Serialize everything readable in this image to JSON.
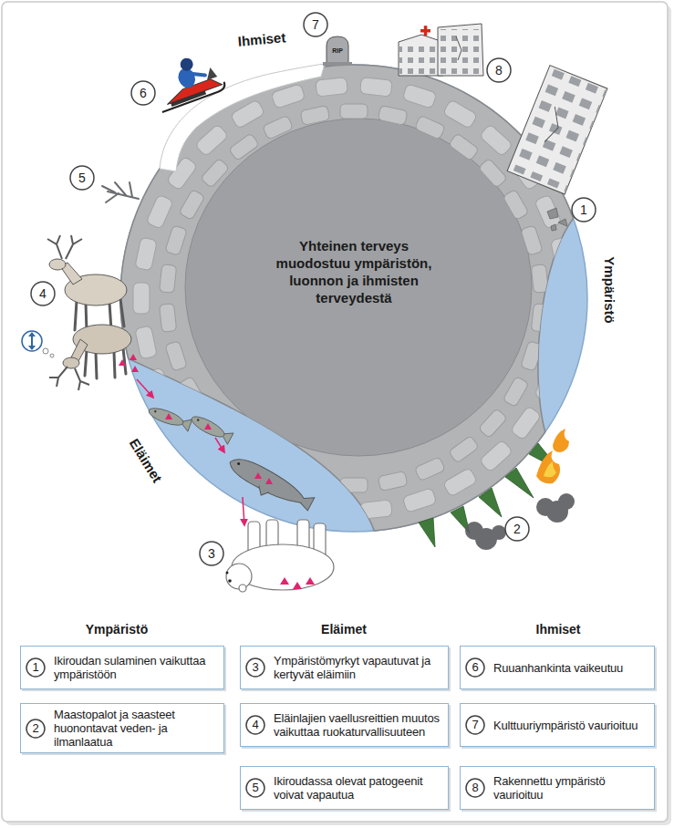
{
  "diagram": {
    "nodes": [
      {
        "text": [
          "Yhteinen terveys muodostuu ympäristön, luonnon ja ihmisten terveydestä"
        ]
      },
      {
        "text": [
          "1"
        ]
      },
      {
        "text": [
          "2"
        ]
      },
      {
        "text": [
          "3"
        ]
      },
      {
        "text": [
          "4"
        ]
      },
      {
        "text": [
          "5"
        ]
      },
      {
        "text": [
          "6"
        ]
      },
      {
        "text": [
          "7"
        ]
      },
      {
        "text": [
          "8"
        ]
      },
      {
        "text": [
          "Ikiroudan sulaminen vaikuttaa ympäristöön"
        ]
      },
      {
        "text": [
          "1"
        ],
        "in": 9
      },
      {
        "text": [
          "Maastopalot ja saasteet huonontavat veden- ja ilmanlaatua"
        ]
      },
      {
        "text": [
          "2"
        ],
        "in": 11
      },
      {
        "text": [
          "Ympäristömyrkyt vapautuvat ja kertyvät eläimiin"
        ]
      },
      {
        "text": [
          "3"
        ],
        "in": 13
      },
      {
        "text": [
          "Eläinlajien vaellusreittien muutos vaikuttaa ruokaturvallisuuteen"
        ]
      },
      {
        "text": [
          "4"
        ],
        "in": 15
      },
      {
        "text": [
          "Ikiroudassa olevat patogeenit voivat vapautua"
        ]
      },
      {
        "text": [
          "5"
        ],
        "in": 17
      },
      {
        "text": [
          "Ruuanhankinta vaikeutuu"
        ]
      },
      {
        "text": [
          "6"
        ],
        "in": 19
      },
      {
        "text": [
          "Kulttuuriympäristö vaurioituu"
        ]
      },
      {
        "text": [
          "7"
        ],
        "in": 21
      },
      {
        "text": [
          "Rakennettu ympäristö vaurioituu"
        ]
      },
      {
        "text": [
          "8"
        ],
        "in": 23
      }
    ],
    "labels": [
      "Ihmiset",
      "Ympäristö",
      "Eläimet",
      "RIP",
      "Ympäristö",
      "Eläimet",
      "Ihmiset"
    ]
  }
}
